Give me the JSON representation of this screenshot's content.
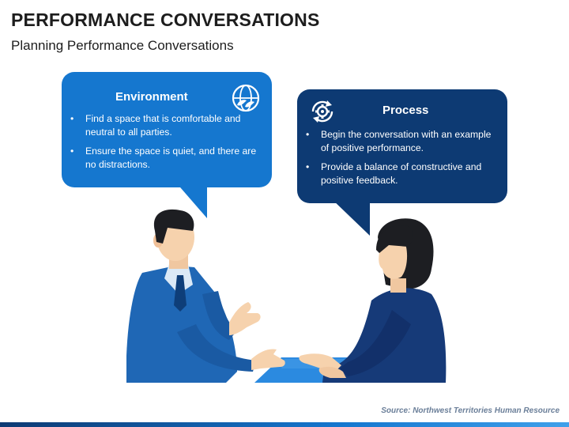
{
  "header": {
    "title": "PERFORMANCE CONVERSATIONS",
    "subtitle": "Planning Performance Conversations"
  },
  "environment": {
    "heading": "Environment",
    "icon": "globe-leaves-icon",
    "bullets": [
      "Find a space that is comfortable and neutral to all parties.",
      "Ensure the space is quiet, and there are no distractions."
    ]
  },
  "process": {
    "heading": "Process",
    "icon": "gear-cycle-icon",
    "bullets": [
      "Begin the conversation with an example of positive performance.",
      "Provide a balance of constructive and positive feedback."
    ]
  },
  "footer": {
    "source": "Source: Northwest Territories Human Resource"
  },
  "colors": {
    "environment_bubble": "#1577cf",
    "process_bubble": "#0d3a73",
    "table": "#2b8ae0",
    "man_suit": "#1f67b5",
    "woman_top": "#163a78"
  }
}
